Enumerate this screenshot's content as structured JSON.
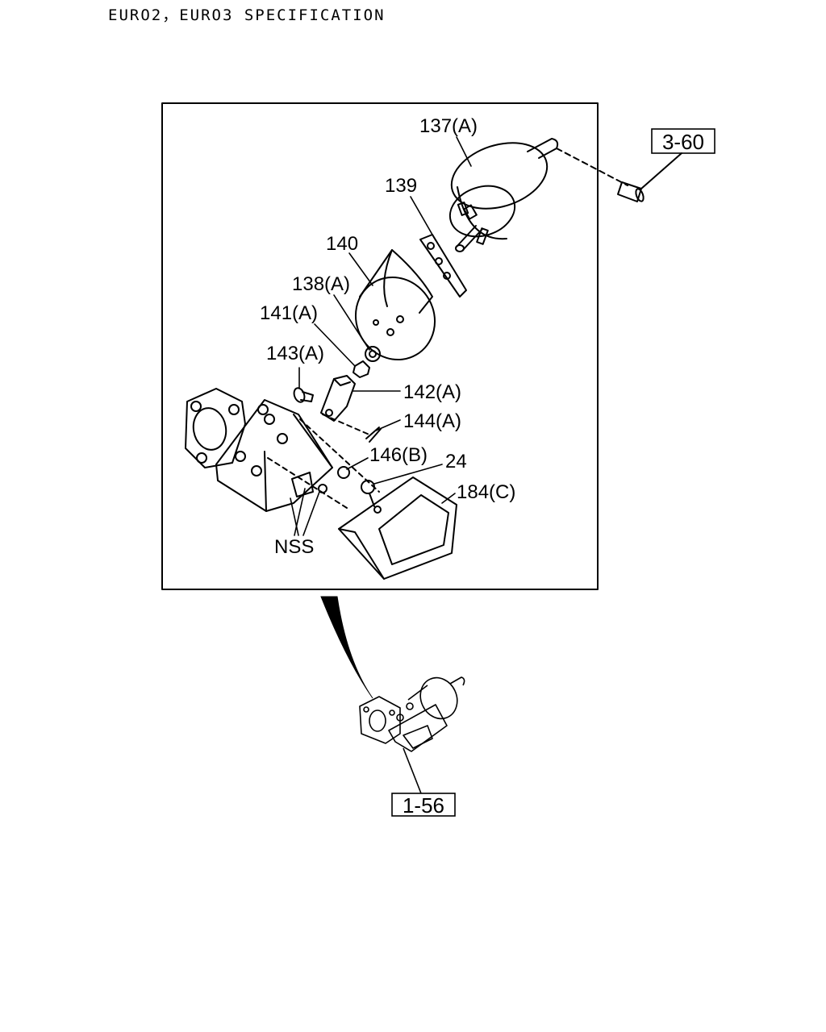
{
  "page": {
    "title": "EURO2，EURO3 SPECIFICATION"
  },
  "callouts": {
    "p137": "137(A)",
    "p139": "139",
    "p140": "140",
    "p138": "138(A)",
    "p141": "141(A)",
    "p143": "143(A)",
    "p142": "142(A)",
    "p144": "144(A)",
    "p146": "146(B)",
    "p24": "24",
    "p184": "184(C)",
    "nss": "NSS"
  },
  "references": {
    "ref_top": "3-60",
    "ref_bottom": "1-56"
  },
  "icons": [
    "vacuum-actuator-icon",
    "gasket-icon",
    "bracket-icon",
    "exhaust-brake-body-icon",
    "heat-shield-icon",
    "hose-icon"
  ],
  "colors": {
    "line": "#000000",
    "background": "#ffffff"
  }
}
